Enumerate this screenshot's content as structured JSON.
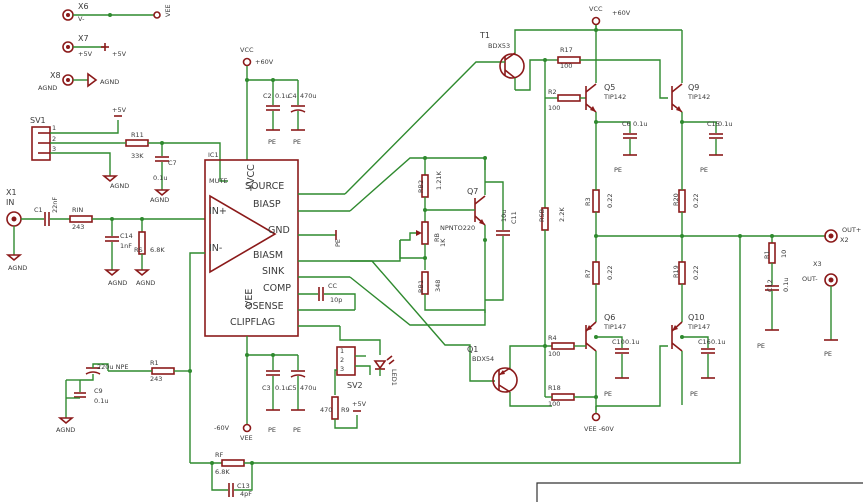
{
  "connectors": {
    "x6": {
      "name": "X6",
      "net": "V-",
      "port": "VEE"
    },
    "x7": {
      "name": "X7",
      "net": "+5V",
      "port": "+5V"
    },
    "x8": {
      "name": "X8",
      "net": "AGND",
      "port": "AGND"
    },
    "x1": {
      "name": "X1",
      "sub": "IN"
    },
    "x2": {
      "name": "X2",
      "net": "OUT+"
    },
    "x3": {
      "name": "X3",
      "net": "OUT-"
    }
  },
  "labels": {
    "vcc": "VCC",
    "p60v": "+60V",
    "vee": "VEE",
    "m60v": "-60V",
    "pe": "PE",
    "agnd": "AGND",
    "p5v": "+5V",
    "vee_m60": "VEE -60V"
  },
  "ic": {
    "name": "IC1",
    "pins": {
      "vcc": "+VCC",
      "vee": "-VEE",
      "source": "SOURCE",
      "biasp": "BIASP",
      "gnd": "GND",
      "biasm": "BIASM",
      "sink": "SINK",
      "comp": "COMP",
      "osense": "OSENSE",
      "clipflag": "CLIPFLAG",
      "inp": "IN+",
      "inm": "IN-",
      "mute": "MUTE"
    }
  },
  "sv1": {
    "name": "SV1",
    "pins": [
      "1",
      "2",
      "3"
    ]
  },
  "sv2": {
    "name": "SV2",
    "pins": [
      "1",
      "2",
      "3"
    ]
  },
  "parts": {
    "c1": {
      "name": "C1",
      "value": "22nF"
    },
    "rin": {
      "name": "RIN",
      "value": "243"
    },
    "r11": {
      "name": "R11",
      "value": "33K"
    },
    "c7": {
      "name": "C7",
      "value": "0.1u"
    },
    "c14": {
      "name": "C14",
      "value": "1nF"
    },
    "rs": {
      "name": "RS",
      "value": "6.8K"
    },
    "c2": {
      "name": "C2",
      "value": "0.1u"
    },
    "c4": {
      "name": "C4",
      "value": "470u"
    },
    "c3": {
      "name": "C3",
      "value": "0.1u"
    },
    "c5": {
      "name": "C5",
      "value": "470u"
    },
    "r1": {
      "name": "R1",
      "value": "243"
    },
    "c8": {
      "name": "C8",
      "value": "220u NPE"
    },
    "c9": {
      "name": "C9",
      "value": "0.1u"
    },
    "rf": {
      "name": "RF",
      "value": "6.8K"
    },
    "c13": {
      "name": "C13",
      "value": "4pF"
    },
    "cc": {
      "name": "CC",
      "value": "10p"
    },
    "r9": {
      "name": "R9",
      "value": "470"
    },
    "led1": {
      "name": "LED1"
    },
    "rb2": {
      "name": "RB2",
      "value": "1.21K"
    },
    "rb1": {
      "name": "RB1",
      "value": "348"
    },
    "rb": {
      "name": "RB",
      "value": "1K"
    },
    "q7": {
      "name": "Q7",
      "value": "NPNTO220"
    },
    "c11": {
      "name": "C11",
      "value": "10u"
    },
    "t1": {
      "name": "T1",
      "value": "BDX53"
    },
    "r17": {
      "name": "R17",
      "value": "100"
    },
    "r2": {
      "name": "R2",
      "value": "100"
    },
    "q5": {
      "name": "Q5",
      "value": "TIP142"
    },
    "q9": {
      "name": "Q9",
      "value": "TIP142"
    },
    "c6": {
      "name": "C6",
      "value": "0.1u"
    },
    "c15": {
      "name": "C15",
      "value": "0.1u"
    },
    "r3": {
      "name": "R3",
      "value": "0.22"
    },
    "r20": {
      "name": "R20",
      "value": "0.22"
    },
    "rsb": {
      "name": "RSB",
      "value": "2.2K"
    },
    "r7": {
      "name": "R7",
      "value": "0.22"
    },
    "r19": {
      "name": "R19",
      "value": "0.22"
    },
    "r4": {
      "name": "R4",
      "value": "100"
    },
    "r18": {
      "name": "R18",
      "value": "100"
    },
    "q6": {
      "name": "Q6",
      "value": "TIP147"
    },
    "q10": {
      "name": "Q10",
      "value": "TIP147"
    },
    "c10": {
      "name": "C10",
      "value": "0.1u"
    },
    "c16": {
      "name": "C16",
      "value": "0.1u"
    },
    "q1": {
      "name": "Q1",
      "value": "BDX54"
    },
    "r10": {
      "name": "R1",
      "value": "10"
    },
    "c12": {
      "name": "C12",
      "value": "0.1u"
    }
  }
}
